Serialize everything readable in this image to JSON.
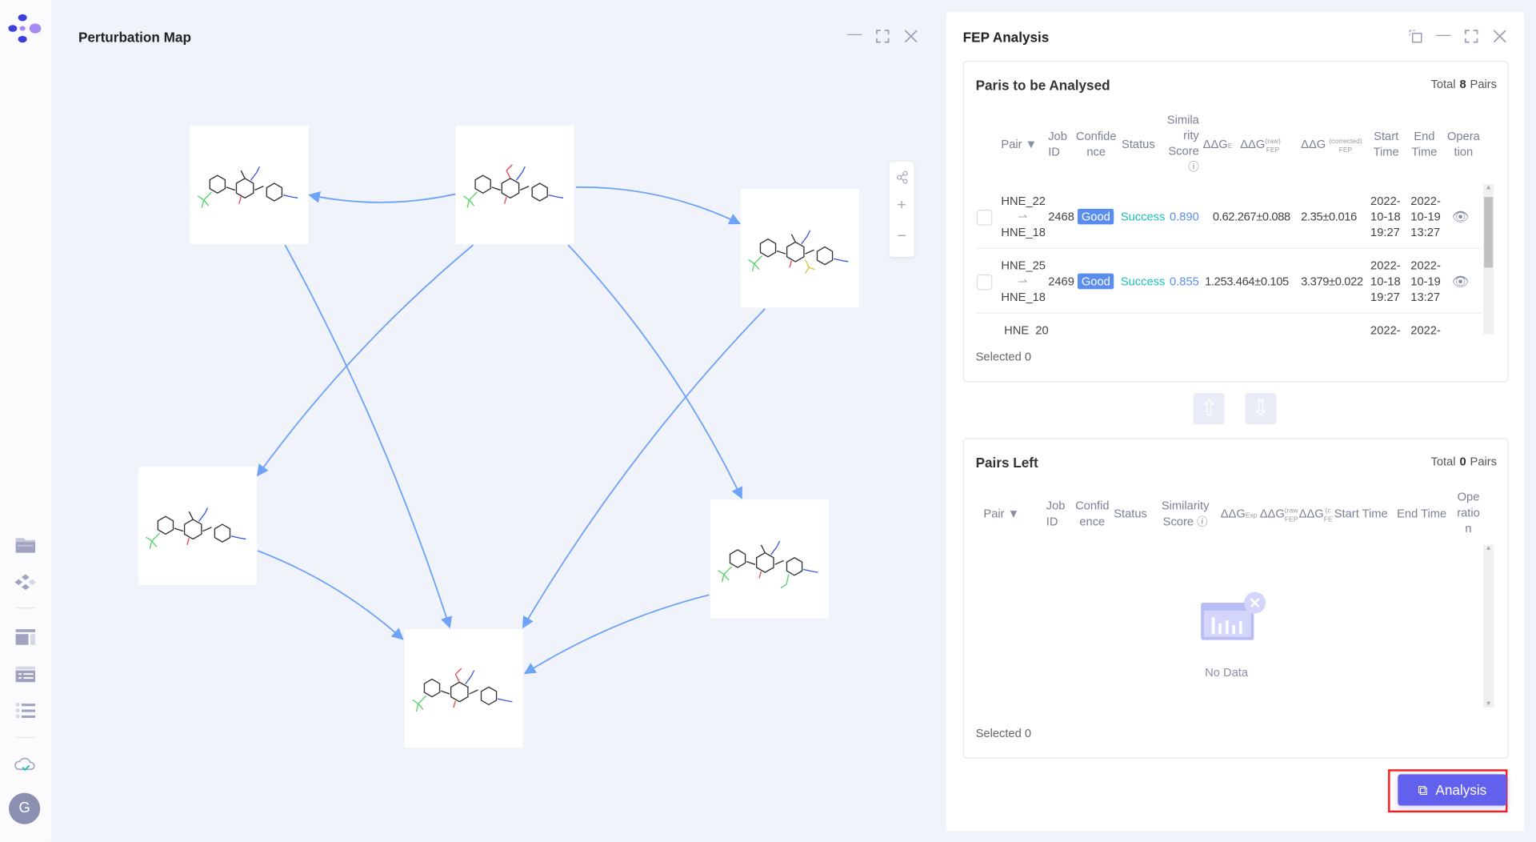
{
  "sidebar": {
    "icons": [
      "logo-icon",
      "folder-icon",
      "molecules-icon",
      "layout-icon",
      "list-card-icon",
      "list-icon",
      "cloud-check-icon"
    ],
    "avatar_letter": "G"
  },
  "map": {
    "title": "Perturbation Map",
    "zoom_controls": [
      "share-nodes-icon",
      "zoom-in-icon",
      "zoom-out-icon"
    ],
    "edge_color": "#6fa3f7"
  },
  "fep": {
    "title": "FEP Analysis",
    "to_analyse": {
      "title": "Paris to be Analysed",
      "total_label": "Total",
      "total": "8",
      "pairs_label": "Pairs",
      "headers": {
        "pair": "Pair",
        "job_id": "Job ID",
        "confidence": "Confide nce",
        "status": "Status",
        "similarity": "Simila rity Score",
        "ddg": "ΔΔG",
        "exp_sub": "E",
        "raw_sup": "(raw)",
        "fep_sub": "FEP",
        "corr_sup": "(corrected)",
        "start": "Start Time",
        "end": "End Time",
        "operation": "Opera tion"
      },
      "rows": [
        {
          "from": "HNE_22",
          "arrow": "⇀",
          "to": "HNE_18",
          "job_id": "2468",
          "confidence": "Good",
          "status": "Success",
          "similarity": "0.890",
          "ddg_exp": "0.6",
          "ddg_raw": "2.267±0.088",
          "ddg_corrected": "2.35±0.016",
          "start": [
            "2022-",
            "10-18",
            "19:27"
          ],
          "end": [
            "2022-",
            "10-19",
            "13:27"
          ]
        },
        {
          "from": "HNE_25",
          "arrow": "⇀",
          "to": "HNE_18",
          "job_id": "2469",
          "confidence": "Good",
          "status": "Success",
          "similarity": "0.855",
          "ddg_exp": "1.25",
          "ddg_raw": "3.464±0.105",
          "ddg_corrected": "3.379±0.022",
          "start": [
            "2022-",
            "10-18",
            "19:27"
          ],
          "end": [
            "2022-",
            "10-19",
            "13:27"
          ]
        },
        {
          "from": "HNE_20",
          "start": [
            "2022-"
          ],
          "end": [
            "2022-"
          ]
        }
      ],
      "selected": "Selected 0"
    },
    "pairs_left": {
      "title": "Pairs Left",
      "total_label": "Total",
      "total": "0",
      "pairs_label": "Pairs",
      "headers": {
        "pair": "Pair",
        "job_id": "Job ID",
        "confidence": "Confid ence",
        "status": "Status",
        "similarity": "Similarity Score",
        "ddg": "ΔΔG",
        "exp_sub": "Exp",
        "raw_sup": "(raw",
        "fep_sub": "FEP",
        "corr_sup": "(c",
        "corr_sub": "FE",
        "start": "Start Time",
        "end": "End Time",
        "operation": "Ope ratio n"
      },
      "empty": "No Data",
      "selected": "Selected 0"
    },
    "analysis_button": "Analysis",
    "accent": "#6161ed"
  }
}
